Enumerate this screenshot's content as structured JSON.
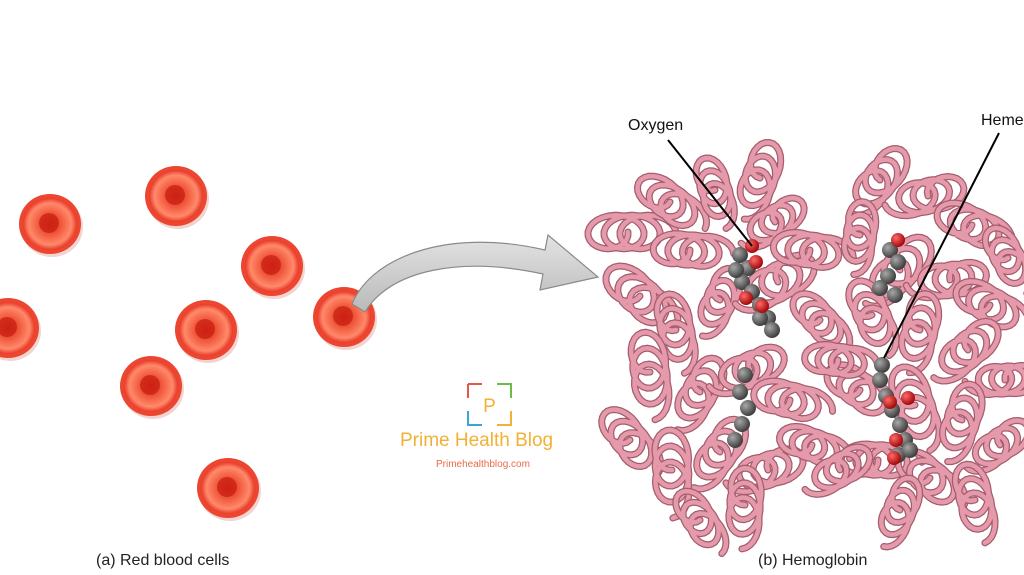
{
  "panels": {
    "red_blood_cells": {
      "caption": "(a) Red blood cells"
    },
    "hemoglobin": {
      "caption": "(b) Hemoglobin"
    }
  },
  "labels": {
    "oxygen": "Oxygen",
    "heme": "Heme"
  },
  "watermark": {
    "logo_letter": "P",
    "name": "Prime Health Blog",
    "url": "Primehealthblog.com"
  },
  "colors": {
    "cell": "#e8392a",
    "cell_highlight": "#ff8466",
    "ribbon": "#d78a9a",
    "ribbon_dark": "#b96676",
    "arrow": "#cfcfcf",
    "heme_carbon": "#5d5d5d",
    "oxygen_atom": "#d41a1a",
    "brand_text": "#f2b134"
  }
}
